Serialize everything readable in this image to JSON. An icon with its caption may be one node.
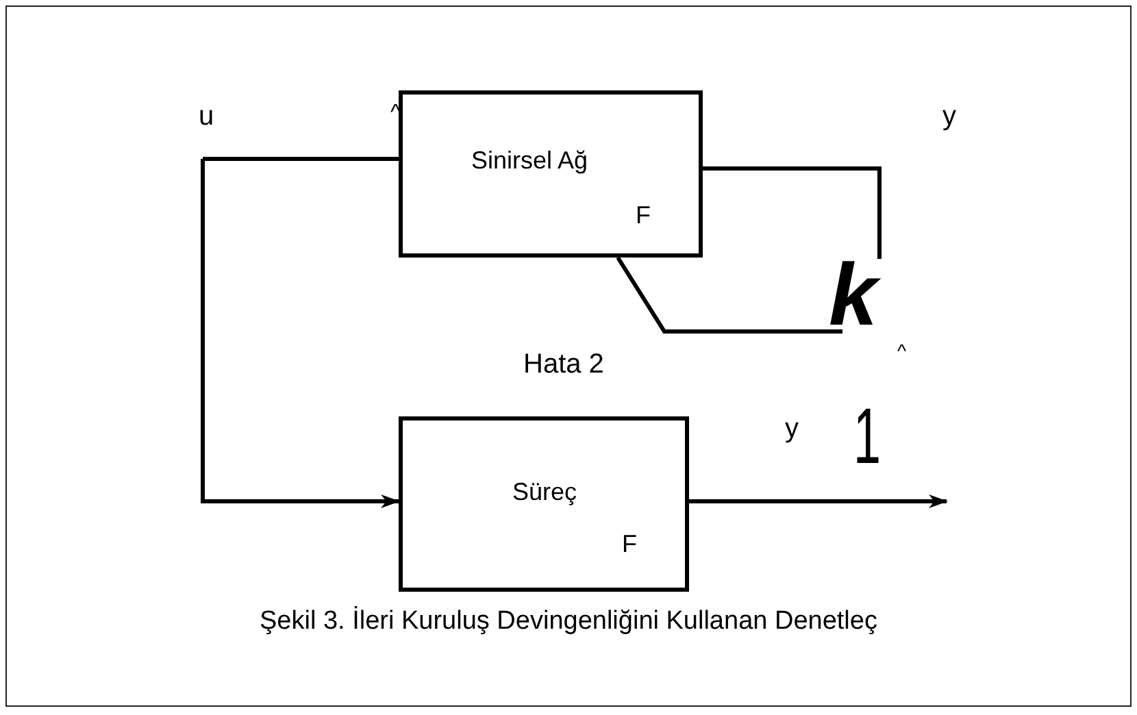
{
  "diagram": {
    "caption": "Şekil 3. İleri Kuruluş Devingenliğini Kullanan Denetleç",
    "nodes": [
      {
        "text": [
          "Sinirsel Ağ",
          "F"
        ]
      },
      {
        "text": [
          "Süreç",
          "F"
        ]
      },
      {
        "text": [
          "k"
        ]
      }
    ],
    "edges": [
      {
        "from": null,
        "to": 0,
        "arrow": "none"
      },
      {
        "from": null,
        "to": 1,
        "arrow": "to"
      },
      {
        "from": 1,
        "to": null,
        "arrow": "to"
      },
      {
        "from": 0,
        "to": 2,
        "arrow": "none"
      },
      {
        "from": 2,
        "to": 0,
        "arrow": "none"
      }
    ],
    "labels": [
      "u",
      "^",
      "y",
      "^",
      "Hata 2",
      "y",
      "1"
    ]
  }
}
